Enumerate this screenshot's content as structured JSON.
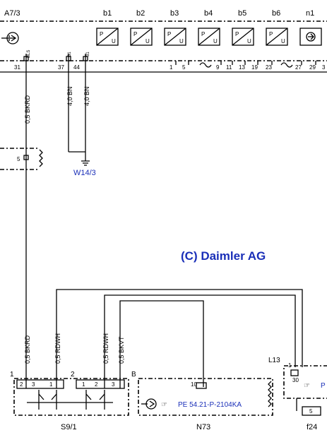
{
  "header": {
    "components": [
      {
        "id": "A7/3"
      },
      {
        "id": "b1"
      },
      {
        "id": "b2"
      },
      {
        "id": "b3"
      },
      {
        "id": "b4"
      },
      {
        "id": "b5"
      },
      {
        "id": "b6"
      },
      {
        "id": "n1"
      }
    ],
    "sensor_symbol_p": "P",
    "sensor_symbol_u": "U"
  },
  "connector_strip": {
    "left_pins": [
      "31",
      "37",
      "44"
    ],
    "right_pins": [
      "1",
      "5",
      "9",
      "11",
      "13",
      "19",
      "23",
      "27",
      "29",
      "3"
    ],
    "small_labels": [
      "BLS",
      "31",
      "31"
    ]
  },
  "wires": {
    "top_left": "0,5 BKRD",
    "top_bn1": "4,0 BN",
    "top_bn2": "4,0 BN",
    "bottom_bkrd": "0,5 BKRD",
    "bottom_rdwh1": "0,5 RDWH",
    "bottom_rdwh2": "0,5 RDWH",
    "bottom_bkvt": "0,5 BKVT"
  },
  "ground_point": "W14/3",
  "left_connector_pin": "5",
  "watermark": "(C) Daimler AG",
  "switch_s9": {
    "name": "S9/1",
    "corner_left": "1",
    "corner_mid": "2",
    "pins": [
      "2",
      "3",
      "1",
      "1",
      "2",
      "3"
    ]
  },
  "module_n73": {
    "name": "N73",
    "corner": "B",
    "pin": "10",
    "reference": "PE 54.21-P-2104KA"
  },
  "module_l13": {
    "corner": "L13",
    "pins": [
      "1",
      "30"
    ],
    "reference_partial": "P"
  },
  "fuse": {
    "name": "f24",
    "pin": "5"
  }
}
